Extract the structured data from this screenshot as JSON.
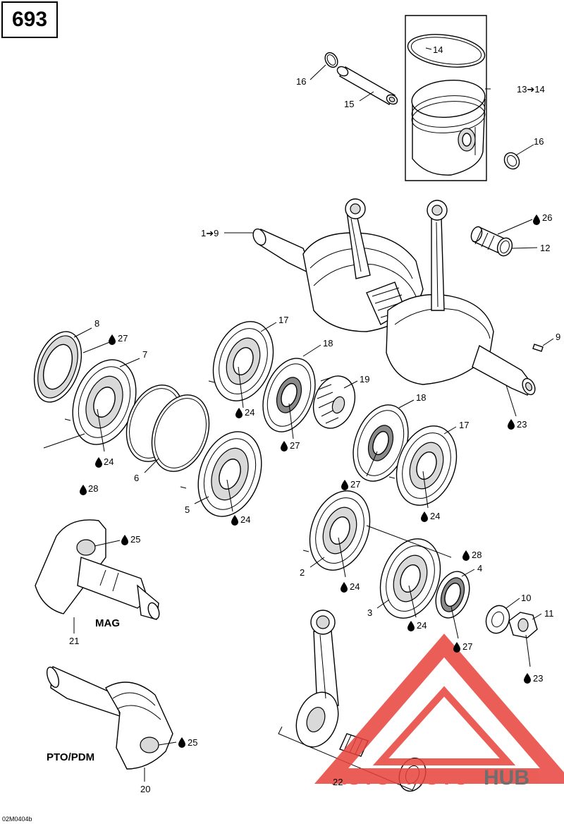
{
  "page_number": "693",
  "drawing_code": "02M0404b",
  "labels": {
    "l14": "14",
    "l16a": "16",
    "l15": "15",
    "l13": "13➔14",
    "l16b": "16",
    "l1": "1➔9",
    "l26": "26",
    "l12": "12",
    "l9": "9",
    "l23a": "23",
    "l8": "8",
    "l27a": "27",
    "l7": "7",
    "l24a": "24",
    "l6": "6",
    "l28a": "28",
    "l5": "5",
    "l24b": "24",
    "l17a": "17",
    "l24c": "24",
    "l18a": "18",
    "l27b": "27",
    "l19": "19",
    "l18b": "18",
    "l27c": "27",
    "l17b": "17",
    "l24d": "24",
    "l25a": "25",
    "l21": "21",
    "l2": "2",
    "l24e": "24",
    "l28b": "28",
    "l4": "4",
    "l3": "3",
    "l24f": "24",
    "l27d": "27",
    "l10": "10",
    "l11": "11",
    "l23b": "23",
    "l22": "22",
    "l25b": "25",
    "l20": "20"
  },
  "captions": {
    "mag": "MAG",
    "pto": "PTO/PDM"
  },
  "watermark": {
    "part1": "AUTO",
    "part2": "MOTO",
    "part3": "HUB",
    "color_red": "#e8423c",
    "color_gray": "#555555"
  }
}
